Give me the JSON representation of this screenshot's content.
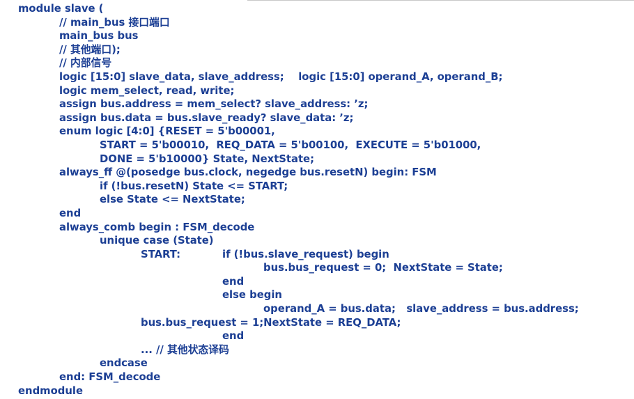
{
  "code": {
    "lines": [
      "module slave (",
      "// main_bus 接口端口",
      "main_bus bus",
      "// 其他端口);",
      "// 内部信号",
      "logic [15:0] slave_data, slave_address;    logic [15:0] operand_A, operand_B;",
      "logic mem_select, read, write;",
      "assign bus.address = mem_select? slave_address: ’z;",
      "assign bus.data = bus.slave_ready? slave_data: ’z;",
      "enum logic [4:0] {RESET = 5'b00001,",
      "START = 5'b00010,  REQ_DATA = 5'b00100,  EXECUTE = 5'b01000,",
      "DONE = 5'b10000} State, NextState;",
      "always_ff @(posedge bus.clock, negedge bus.resetN) begin: FSM",
      "if (!bus.resetN) State <= START;",
      "else State <= NextState;",
      "end",
      "always_comb begin : FSM_decode",
      "unique case (State)",
      "START:",
      "if (!bus.slave_request) begin",
      "bus.bus_request = 0;  NextState = State;",
      "end",
      "else begin",
      "operand_A = bus.data;   slave_address = bus.address;",
      "bus.bus_request = 1;NextState = REQ_DATA;",
      "end",
      "... // 其他状态译码",
      "endcase",
      "end: FSM_decode",
      "endmodule"
    ]
  }
}
